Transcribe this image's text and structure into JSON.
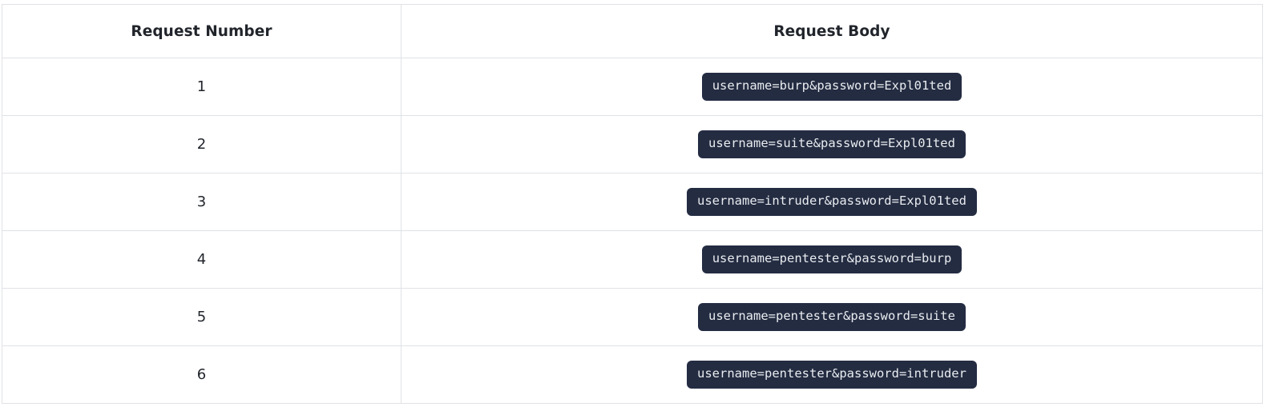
{
  "table": {
    "columns": [
      {
        "key": "request_number",
        "label": "Request Number"
      },
      {
        "key": "request_body",
        "label": "Request Body"
      }
    ],
    "rows": [
      {
        "request_number": "1",
        "request_body": "username=burp&password=Expl01ted"
      },
      {
        "request_number": "2",
        "request_body": "username=suite&password=Expl01ted"
      },
      {
        "request_number": "3",
        "request_body": "username=intruder&password=Expl01ted"
      },
      {
        "request_number": "4",
        "request_body": "username=pentester&password=burp"
      },
      {
        "request_number": "5",
        "request_body": "username=pentester&password=suite"
      },
      {
        "request_number": "6",
        "request_body": "username=pentester&password=intruder"
      }
    ]
  },
  "colors": {
    "badge_background": "#242c42",
    "badge_text": "#e9ecef",
    "border": "#dfe2e6",
    "text": "#21252b",
    "page_background": "#ffffff"
  }
}
